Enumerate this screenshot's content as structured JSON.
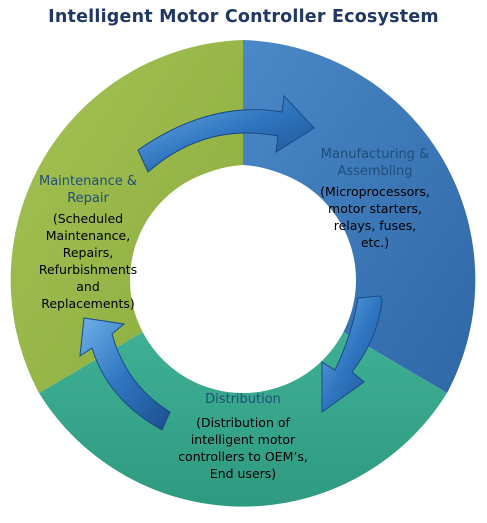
{
  "title": "Intelligent Motor Controller Ecosystem",
  "colors": {
    "title": "#1f3864",
    "manufacturing": "#3a77b8",
    "maintenance": "#9bb84a",
    "distribution": "#37a58a",
    "arrow": "#2f6fb5",
    "heading_text": "#1f4e79"
  },
  "segments": {
    "manufacturing": {
      "heading": [
        "Manufacturing &",
        "Assembling"
      ],
      "description": [
        "(Microprocessors,",
        "motor starters,",
        "relays,  fuses,",
        "etc.)"
      ]
    },
    "maintenance": {
      "heading": [
        "Maintenance &",
        "Repair"
      ],
      "description": [
        "(Scheduled",
        "Maintenance,",
        "Repairs,",
        "Refurbishments",
        "and",
        "Replacements)"
      ]
    },
    "distribution": {
      "heading": [
        "Distribution"
      ],
      "description": [
        "(Distribution of",
        "intelligent motor",
        "controllers to OEM’s,",
        "End users)"
      ]
    }
  }
}
